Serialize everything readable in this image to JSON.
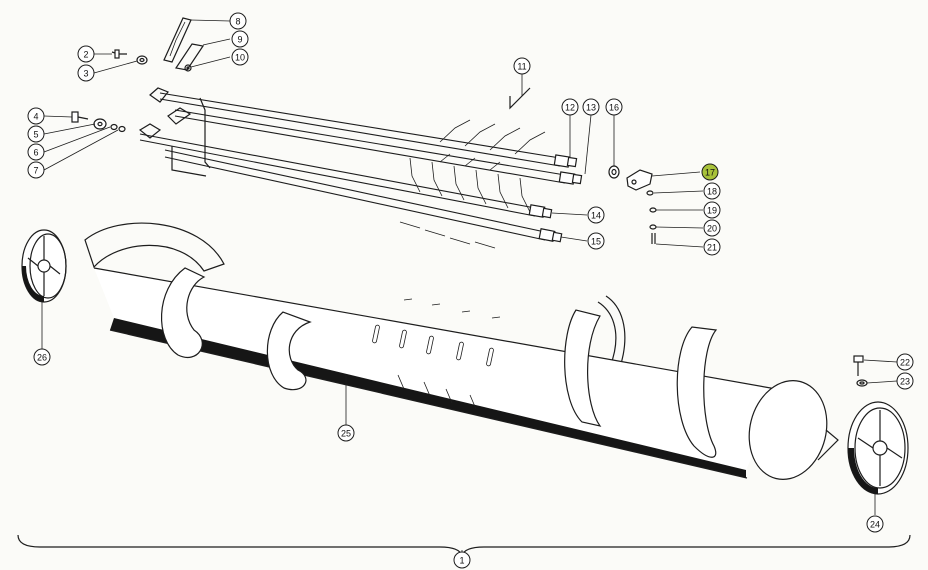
{
  "diagram": {
    "highlight_color": "#a8c23a",
    "callouts": [
      {
        "id": "c1",
        "label": "1"
      },
      {
        "id": "c2",
        "label": "2"
      },
      {
        "id": "c3",
        "label": "3"
      },
      {
        "id": "c4",
        "label": "4"
      },
      {
        "id": "c5",
        "label": "5"
      },
      {
        "id": "c6",
        "label": "6"
      },
      {
        "id": "c7",
        "label": "7"
      },
      {
        "id": "c8",
        "label": "8"
      },
      {
        "id": "c9",
        "label": "9"
      },
      {
        "id": "c10",
        "label": "10"
      },
      {
        "id": "c11",
        "label": "11"
      },
      {
        "id": "c12",
        "label": "12"
      },
      {
        "id": "c13",
        "label": "13"
      },
      {
        "id": "c14",
        "label": "14"
      },
      {
        "id": "c15",
        "label": "15"
      },
      {
        "id": "c16",
        "label": "16"
      },
      {
        "id": "c17",
        "label": "17",
        "highlighted": true
      },
      {
        "id": "c18",
        "label": "18"
      },
      {
        "id": "c19",
        "label": "19"
      },
      {
        "id": "c20",
        "label": "20"
      },
      {
        "id": "c21",
        "label": "21"
      },
      {
        "id": "c22",
        "label": "22"
      },
      {
        "id": "c23",
        "label": "23"
      },
      {
        "id": "c24",
        "label": "24"
      },
      {
        "id": "c25",
        "label": "25"
      },
      {
        "id": "c26",
        "label": "26"
      }
    ]
  }
}
